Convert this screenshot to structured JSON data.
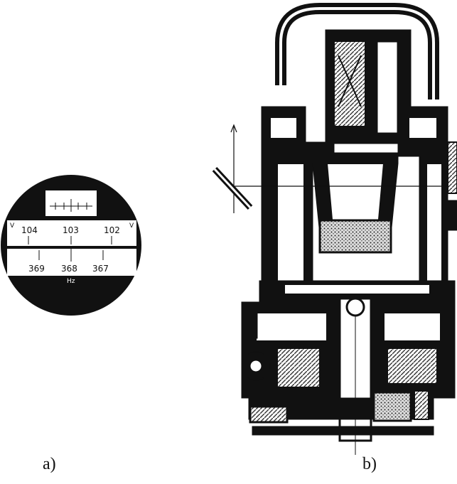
{
  "caption_a": "a)",
  "caption_b": "b)",
  "reading_window": {
    "upper_scale": {
      "edge_label_left": "V",
      "edge_label_right": "V",
      "ticks": [
        "104",
        "103",
        "102"
      ]
    },
    "lower_scale": {
      "ticks": [
        "369",
        "368",
        "367"
      ],
      "bottom_label": "Hz"
    }
  },
  "colors": {
    "ink": "#111111",
    "paper": "#ffffff",
    "hatch": "#555555"
  }
}
